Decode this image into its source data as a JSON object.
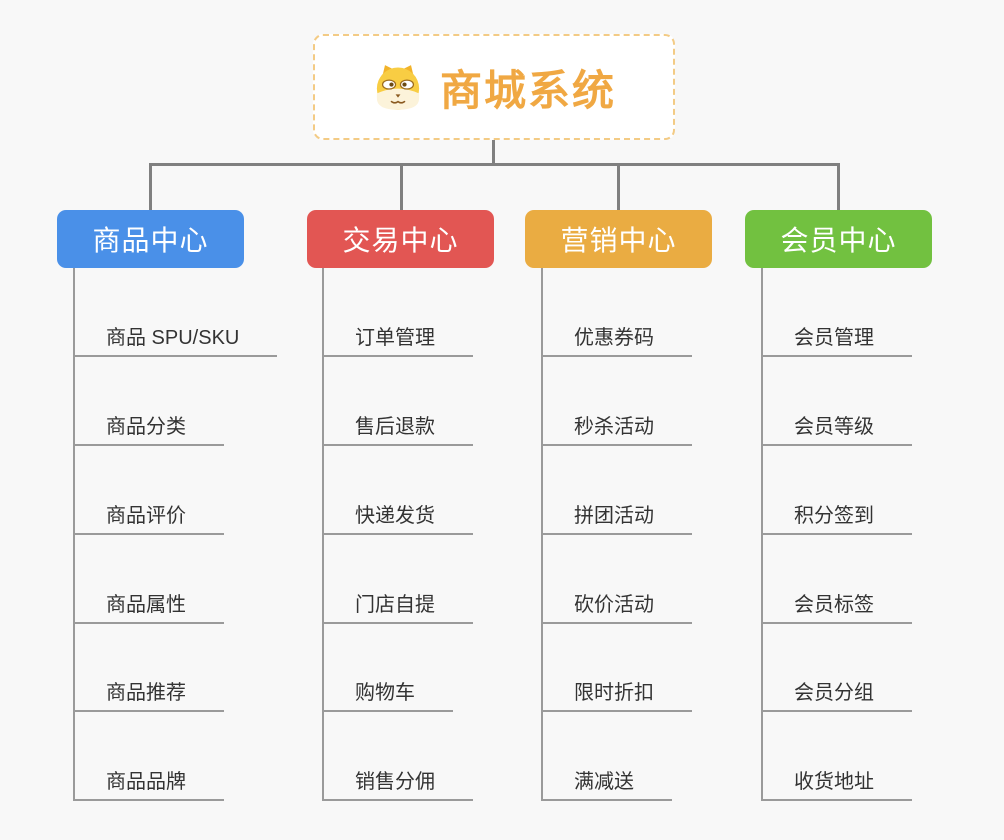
{
  "root": {
    "title": "商城系统",
    "icon": "dog-face-icon",
    "title_color": "#f0a843",
    "border_color": "#f3cb85"
  },
  "branches": [
    {
      "label": "商品中心",
      "color": "#4a90e8",
      "children": [
        "商品 SPU/SKU",
        "商品分类",
        "商品评价",
        "商品属性",
        "商品推荐",
        "商品品牌"
      ]
    },
    {
      "label": "交易中心",
      "color": "#e25653",
      "children": [
        "订单管理",
        "售后退款",
        "快递发货",
        "门店自提",
        "购物车",
        "销售分佣"
      ]
    },
    {
      "label": "营销中心",
      "color": "#eaac42",
      "children": [
        "优惠券码",
        "秒杀活动",
        "拼团活动",
        "砍价活动",
        "限时折扣",
        "满减送"
      ]
    },
    {
      "label": "会员中心",
      "color": "#72c140",
      "children": [
        "会员管理",
        "会员等级",
        "积分签到",
        "会员标签",
        "会员分组",
        "收货地址"
      ]
    }
  ],
  "colors": {
    "background": "#f8f8f8",
    "connector": "#808080",
    "branch_line": "#9a9a9a",
    "child_text": "#333333"
  }
}
